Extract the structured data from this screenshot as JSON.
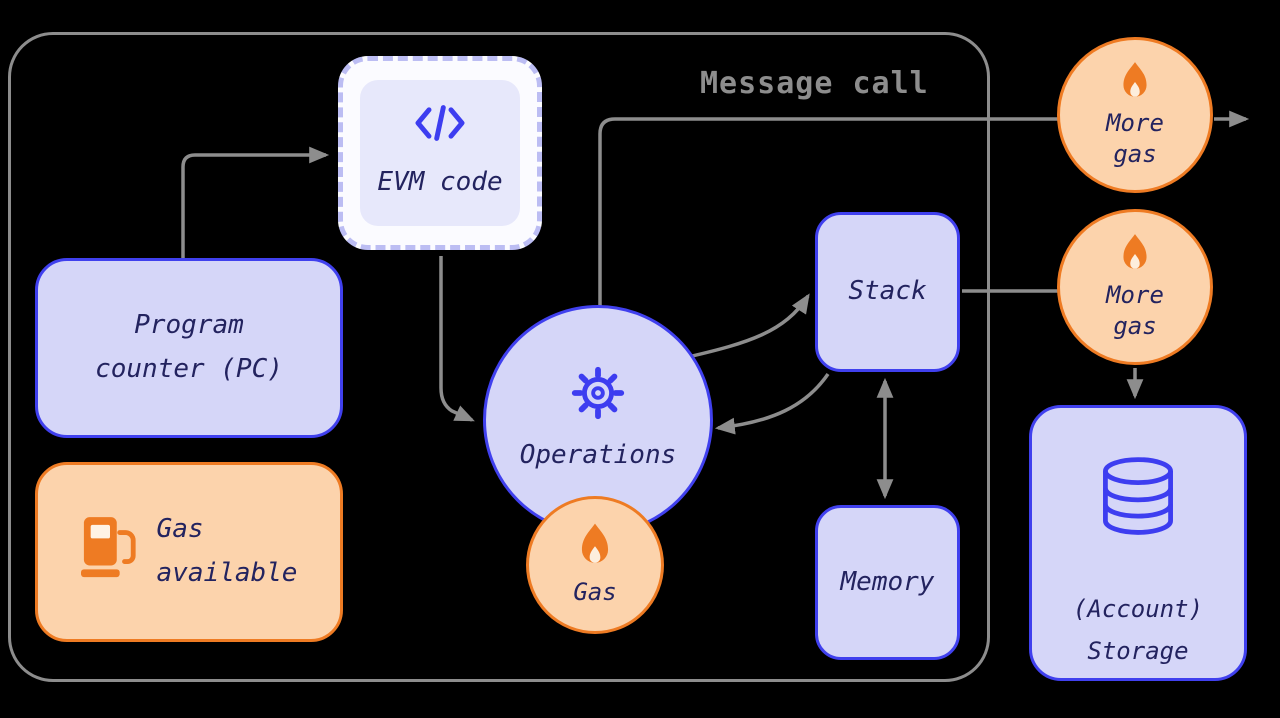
{
  "header": {
    "title": "Message call"
  },
  "nodes": {
    "evm_code": {
      "label": "EVM code",
      "icon": "code-icon"
    },
    "program_counter": {
      "lines": [
        "Program",
        "counter (PC)"
      ]
    },
    "gas_available": {
      "lines": [
        "Gas",
        "available"
      ],
      "icon": "gas-pump-icon"
    },
    "operations": {
      "label": "Operations",
      "icon": "gear-icon"
    },
    "gas": {
      "label": "Gas",
      "icon": "flame-icon"
    },
    "stack": {
      "label": "Stack"
    },
    "memory": {
      "label": "Memory"
    },
    "more_gas_top": {
      "lines": [
        "More",
        "gas"
      ],
      "icon": "flame-icon"
    },
    "more_gas_middle": {
      "lines": [
        "More",
        "gas"
      ],
      "icon": "flame-icon"
    },
    "account_storage": {
      "lines": [
        "(Account)",
        "Storage"
      ],
      "icon": "database-icon"
    }
  },
  "colors": {
    "background": "#000000",
    "lavender_fill": "#d5d6f8",
    "blue_border": "#4040ee",
    "navy_text": "#23235f",
    "peach_fill": "#fcd3ac",
    "orange": "#ee7b23",
    "gray_line": "#8d8d8d",
    "evm_outer_bg": "#fbfbff",
    "evm_inner_bg": "#e7e8fb"
  }
}
